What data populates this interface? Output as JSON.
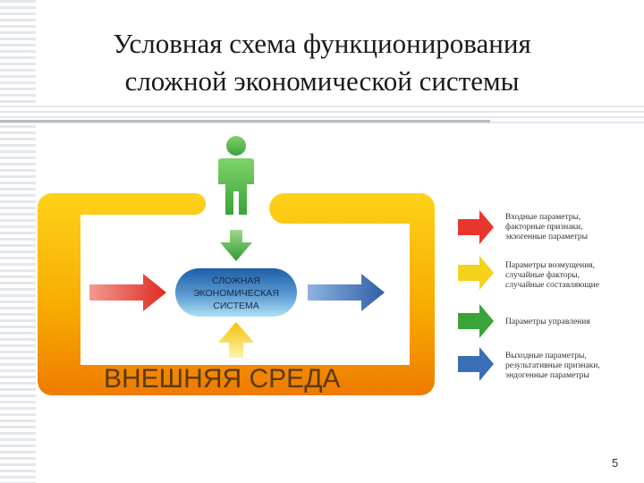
{
  "title": {
    "line1": "Условная схема функционирования",
    "line2": "сложной экономической системы"
  },
  "diagram": {
    "system_label": [
      "СЛОЖНАЯ",
      "ЭКОНОМИЧЕСКАЯ",
      "СИСТЕМА"
    ],
    "environment_label": "ВНЕШНЯЯ СРЕДА"
  },
  "legend": [
    {
      "color": "#e8362e",
      "text": "Входные параметры, факторные признаки, экзогенные параметры"
    },
    {
      "color": "#f5d21c",
      "text": "Параметры возмущения, случайные факторы, случайные составляющие"
    },
    {
      "color": "#3aa33a",
      "text": "Параметры управления"
    },
    {
      "color": "#3b6eb5",
      "text": "Выходные параметры, результативные признаки, эндогенные параметры"
    }
  ],
  "colors": {
    "frame": "#f7b500",
    "input": "#e8362e",
    "disturbance": "#f5d21c",
    "control": "#3aa33a",
    "output": "#3b6eb5"
  },
  "page_number": "5"
}
